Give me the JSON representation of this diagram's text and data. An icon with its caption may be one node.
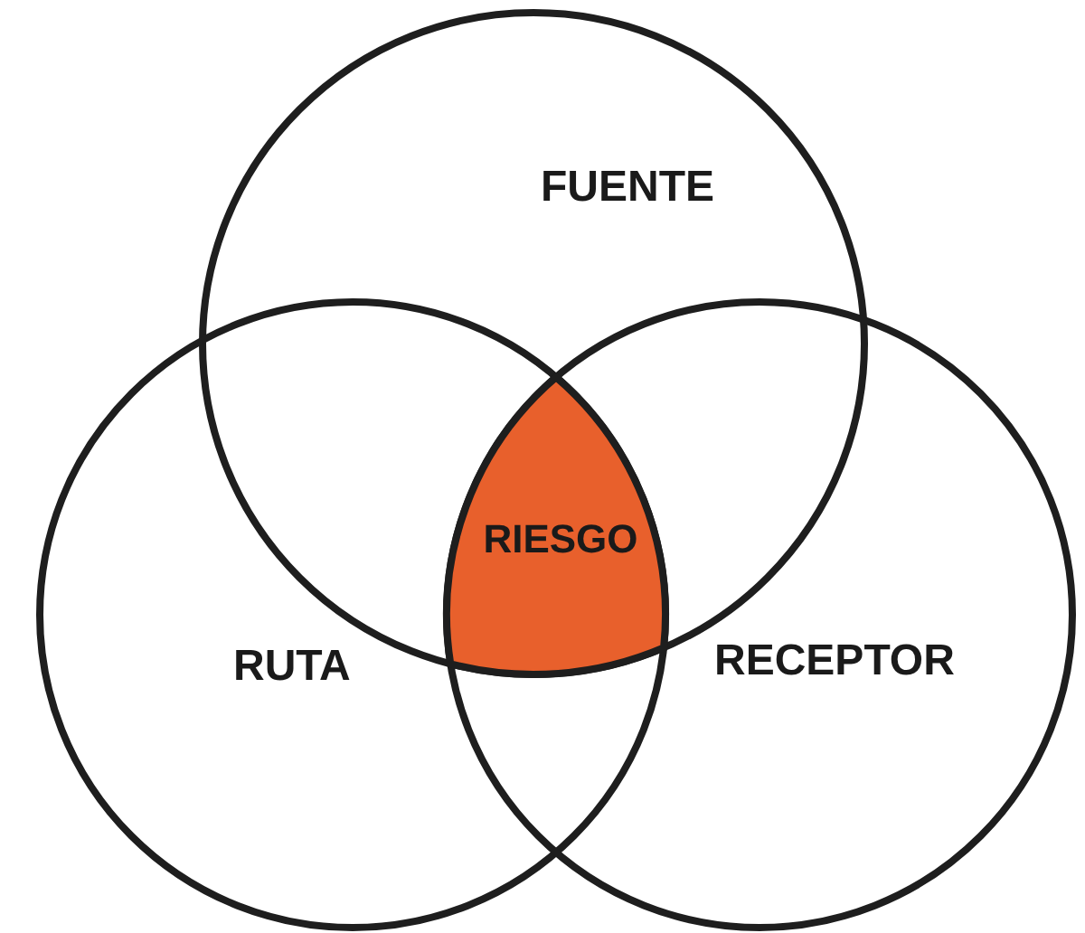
{
  "diagram": {
    "nodes": [
      {
        "text": [
          "FUENTE"
        ]
      },
      {
        "text": [
          "RUTA"
        ]
      },
      {
        "text": [
          "RECEPTOR"
        ]
      },
      {
        "text": [
          "RIESGO"
        ]
      }
    ]
  }
}
